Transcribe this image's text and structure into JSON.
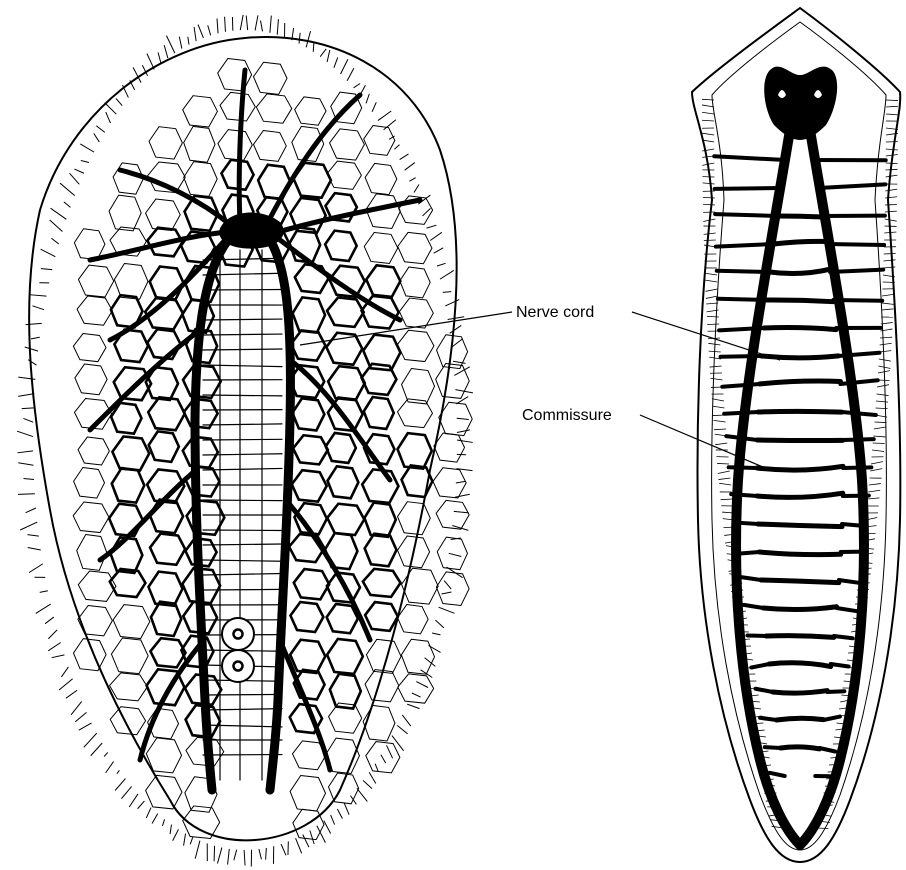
{
  "figure": {
    "labels": {
      "nerve_cord": "Nerve cord",
      "commissure": "Commissure"
    },
    "left_specimen": {
      "name": "acoel-like flatworm nervous system (radial net with two main cords)",
      "icon": "nerve-net-specimen"
    },
    "right_specimen": {
      "name": "planarian-like flatworm ladder nervous system",
      "icon": "ladder-nervous-system-specimen"
    },
    "colors": {
      "ink": "#000000",
      "background": "#ffffff"
    }
  }
}
